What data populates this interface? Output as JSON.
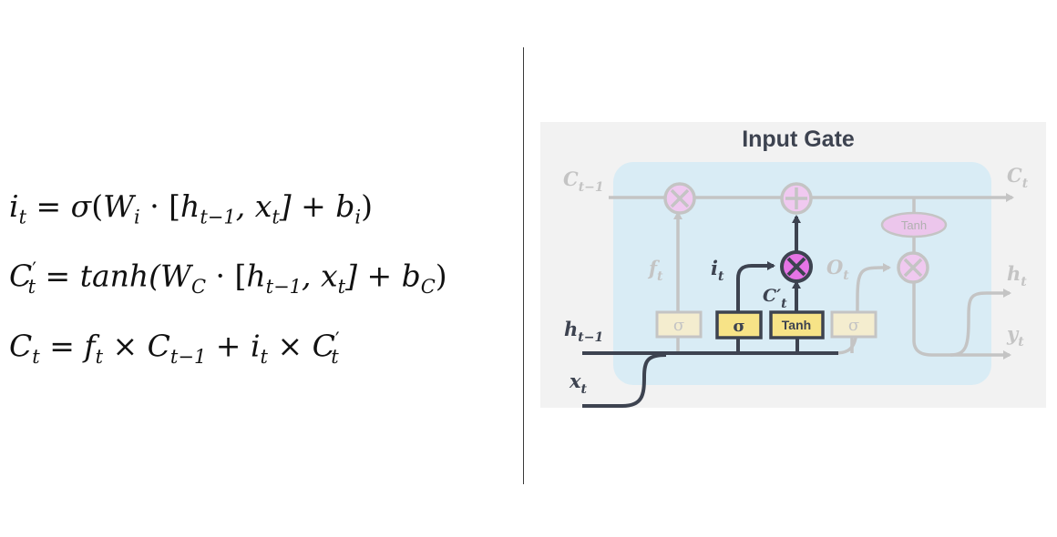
{
  "equations": {
    "input_gate": {
      "i": "i",
      "sub_t": "t",
      "eq": " = ",
      "sigma": "σ",
      "open": "(",
      "W": "W",
      "sub_i": "i",
      "dot": " · [",
      "h": "h",
      "sub_tm1": "t−1",
      "comma_x": ", x",
      "sub_t2": "t",
      "close": "] + b",
      "sub_bi": "i",
      "end": ")"
    },
    "candidate": {
      "C": "C",
      "prime": "′",
      "sub_t": "t",
      "eq": " = ",
      "tanh": "tanh(",
      "W": "W",
      "sub_C": "C",
      "dot": " · [",
      "h": "h",
      "sub_tm1": "t−1",
      "comma_x": ", x",
      "sub_t2": "t",
      "close": "] + b",
      "sub_bC": "C",
      "end": ")"
    },
    "cell_update": {
      "C": "C",
      "sub_t": "t",
      "eq": " = ",
      "f": "f",
      "sub_f": "t",
      "times1": " × ",
      "C2": "C",
      "sub_tm1": "t−1",
      "plus": " + ",
      "i": "i",
      "sub_i": "t",
      "times2": " × ",
      "C3": "C",
      "prime": "′",
      "sub_t3": "t"
    }
  },
  "diagram": {
    "title": "Input Gate",
    "labels": {
      "c_prev": "C",
      "c_prev_sub": "t−1",
      "c_next": "C",
      "c_next_sub": "t",
      "f": "f",
      "f_sub": "t",
      "i": "i",
      "i_sub": "t",
      "c_prime": "C′",
      "c_prime_sub": "t",
      "o": "O",
      "o_sub": "t",
      "h_prev": "h",
      "h_prev_sub": "t−1",
      "x": "x",
      "x_sub": "t",
      "h_out": "h",
      "h_out_sub": "t",
      "y_out": "y",
      "y_out_sub": "t"
    },
    "gates": {
      "forget_sigma": "σ",
      "input_sigma": "σ",
      "tanh_gate": "Tanh",
      "output_sigma": "σ",
      "cell_tanh": "Tanh"
    },
    "colors": {
      "panel_bg": "#f2f2f2",
      "cell_bg": "#d9ecf5",
      "faded_line": "#c4c4c4",
      "active_line": "#3d4350",
      "active_gate_fill": "#f7e387",
      "faded_gate_fill": "#f4edcf",
      "multiply_active": "#e674e6",
      "op_faded": "#f0c9f0",
      "tanh_ellipse": "#ecc6ec"
    }
  }
}
